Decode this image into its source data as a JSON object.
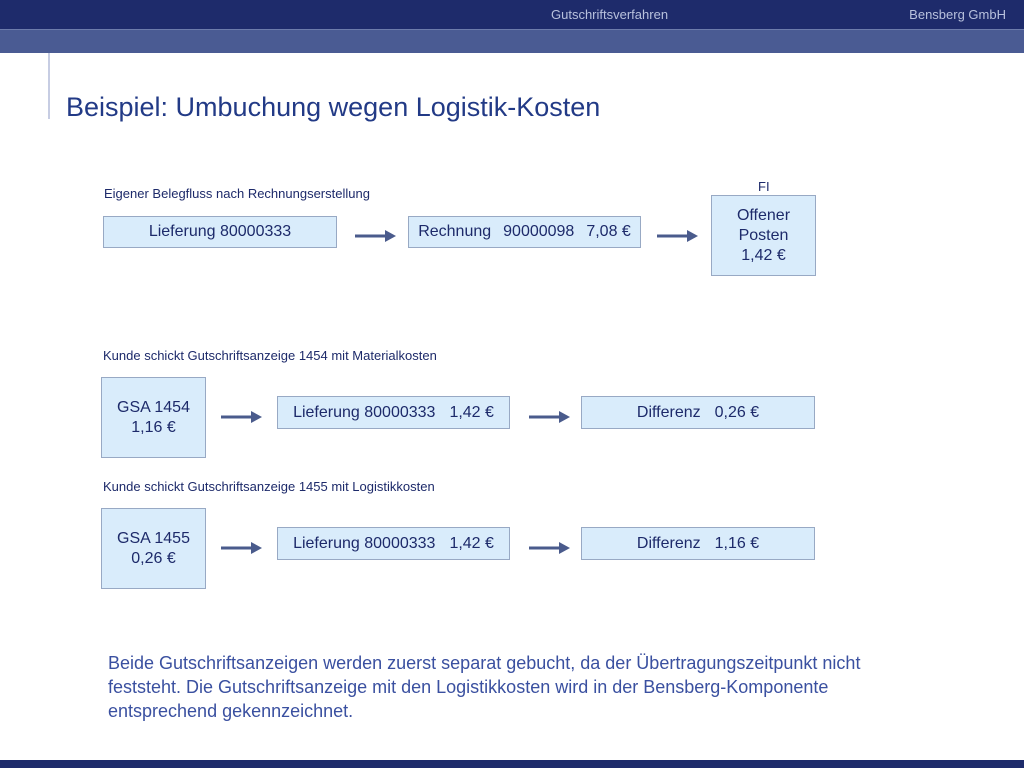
{
  "header": {
    "section": "Gutschriftsverfahren",
    "company": "Bensberg GmbH"
  },
  "title": "Beispiel: Umbuchung wegen Logistik-Kosten",
  "flow1": {
    "label": "Eigener Belegfluss nach Rechnungserstellung",
    "fi_label": "FI",
    "delivery": "Lieferung 80000333",
    "invoice": {
      "label": "Rechnung",
      "number": "90000098",
      "amount": "7,08 €"
    },
    "open_item": "Offener\nPosten\n1,42 €"
  },
  "flow2": {
    "label": "Kunde schickt Gutschriftsanzeige 1454 mit Materialkosten",
    "gsa": "GSA 1454\n1,16 €",
    "delivery": {
      "label": "Lieferung 80000333",
      "amount": "1,42 €"
    },
    "difference": {
      "label": "Differenz",
      "amount": "0,26 €"
    }
  },
  "flow3": {
    "label": "Kunde schickt Gutschriftsanzeige 1455 mit Logistikkosten",
    "gsa": "GSA 1455\n0,26 €",
    "delivery": {
      "label": "Lieferung 80000333",
      "amount": "1,42 €"
    },
    "difference": {
      "label": "Differenz",
      "amount": "1,16 €"
    }
  },
  "note": "Beide Gutschriftsanzeigen werden zuerst separat gebucht, da der Übertragungszeitpunkt nicht feststeht. Die Gutschriftsanzeige mit den Logistikkosten wird in der Bensberg-Komponente entsprechend gekennzeichnet.",
  "colors": {
    "header_bar": "#1e2b6b",
    "sub_bar": "#4a5b93",
    "box_fill": "#d9ecfb",
    "box_border": "#98a9c4",
    "arrow": "#4a5b8c",
    "title_text": "#223a86"
  }
}
